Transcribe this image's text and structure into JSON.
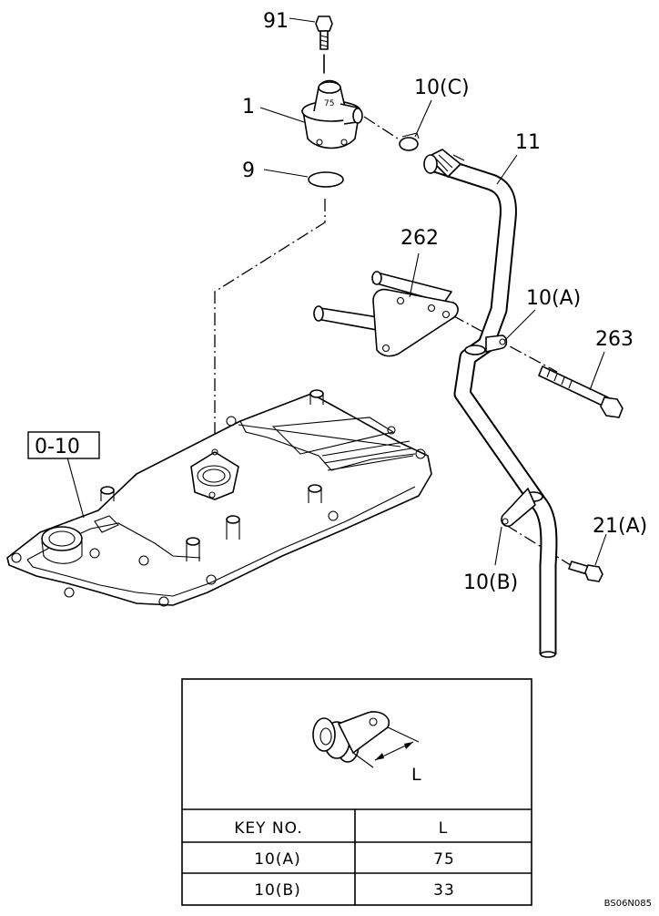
{
  "labels": {
    "p91": "91",
    "p1": "1",
    "p10c": "10(C)",
    "p9": "9",
    "p11": "11",
    "p262": "262",
    "p10a": "10(A)",
    "p263": "263",
    "p010": "0-10",
    "p21a": "21(A)",
    "p10b": "10(B)"
  },
  "detail": {
    "dimension_label": "L"
  },
  "table": {
    "header_key": "KEY NO.",
    "header_l": "L",
    "rows": [
      {
        "key": "10(A)",
        "l": "75"
      },
      {
        "key": "10(B)",
        "l": "33"
      }
    ]
  },
  "drawing_code": "BS06N085"
}
